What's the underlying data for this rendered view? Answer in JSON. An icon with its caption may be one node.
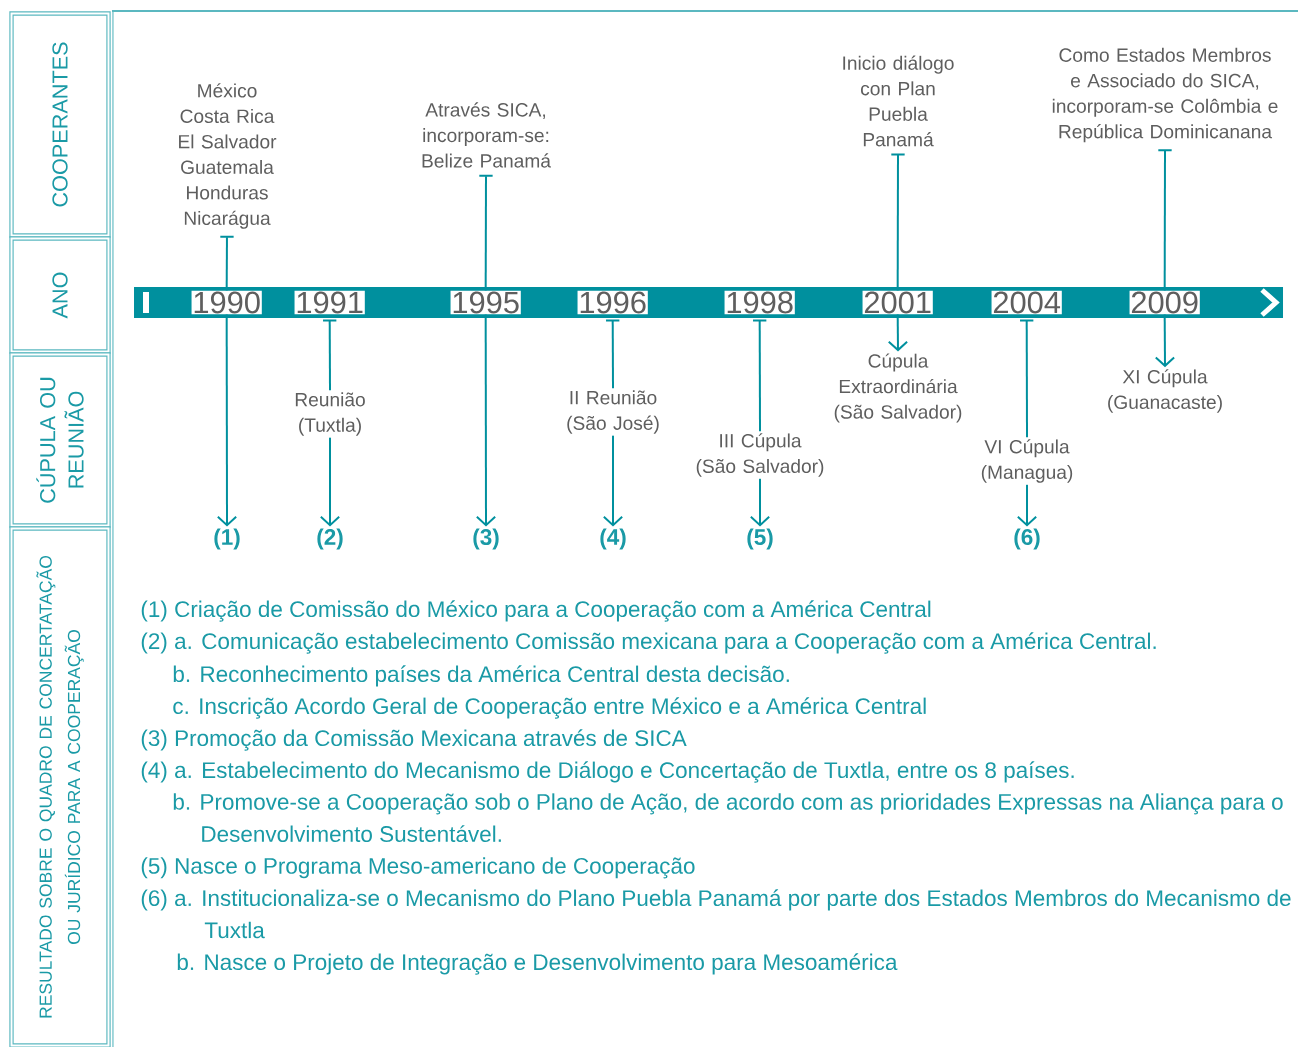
{
  "diagram": {
    "nodes": [
      {
        "text": [
          "COOPERANTES"
        ]
      },
      {
        "text": [
          "ANO"
        ]
      },
      {
        "text": [
          "CÚPULA OU REUNIÃO"
        ]
      },
      {
        "text": [
          "RESULTADO SOBRE O QUADRO DE CONCERTATAÇÃO OU JURÍDICO PARA A COOPERAÇÃO"
        ]
      },
      {
        "text": [
          "México Costa Rica El Salvador Guatemala Honduras Nicarágua"
        ]
      },
      {
        "text": [
          "Através SICA, incorporam-se: Belize Panamá"
        ]
      },
      {
        "text": [
          "Inicio diálogo con Plan Puebla Panamá"
        ]
      },
      {
        "text": [
          "Como Estados Membros e Associado do SICA, incorporam-se Colômbia e República Dominicanana"
        ]
      },
      {
        "text": [],
        "shape": "bar"
      },
      {
        "text": [
          "1990"
        ],
        "in": 8
      },
      {
        "text": [
          "1991"
        ],
        "in": 8
      },
      {
        "text": [
          "1995"
        ],
        "in": 8
      },
      {
        "text": [
          "1996"
        ],
        "in": 8
      },
      {
        "text": [
          "1998"
        ],
        "in": 8
      },
      {
        "text": [
          "2001"
        ],
        "in": 8
      },
      {
        "text": [
          "2004"
        ],
        "in": 8
      },
      {
        "text": [
          "2009"
        ],
        "in": 8
      },
      {
        "text": [
          "Reunião (Tuxtla)"
        ]
      },
      {
        "text": [
          "II Reunião (São José)"
        ]
      },
      {
        "text": [
          "III Cúpula (São Salvador)"
        ]
      },
      {
        "text": [
          "Cúpula Extraordinária (São Salvador)"
        ]
      },
      {
        "text": [
          "VI Cúpula (Managua)"
        ]
      },
      {
        "text": [
          "XI Cúpula (Guanacaste)"
        ]
      },
      {
        "text": [
          "(1)"
        ]
      },
      {
        "text": [
          "(2)"
        ]
      },
      {
        "text": [
          "(3)"
        ]
      },
      {
        "text": [
          "(4)"
        ]
      },
      {
        "text": [
          "(5)"
        ]
      },
      {
        "text": [
          "(6)"
        ]
      }
    ],
    "edges": [
      {
        "from": 4,
        "to": 9,
        "arrow": "none"
      },
      {
        "from": 9,
        "to": 23,
        "arrow": "to"
      },
      {
        "from": 10,
        "to": 17,
        "arrow": "none"
      },
      {
        "from": 17,
        "to": 24,
        "arrow": "to"
      },
      {
        "from": 5,
        "to": 11,
        "arrow": "none"
      },
      {
        "from": 11,
        "to": 25,
        "arrow": "to"
      },
      {
        "from": 12,
        "to": 18,
        "arrow": "none"
      },
      {
        "from": 18,
        "to": 26,
        "arrow": "to"
      },
      {
        "from": 13,
        "to": 19,
        "arrow": "none"
      },
      {
        "from": 19,
        "to": 27,
        "arrow": "to"
      },
      {
        "from": 6,
        "to": 14,
        "arrow": "none"
      },
      {
        "from": 14,
        "to": 20,
        "arrow": "to"
      },
      {
        "from": 15,
        "to": 21,
        "arrow": "none"
      },
      {
        "from": 21,
        "to": 28,
        "arrow": "to"
      },
      {
        "from": 7,
        "to": 16,
        "arrow": "none"
      },
      {
        "from": 16,
        "to": 22,
        "arrow": "to"
      }
    ],
    "labels": [
      "(1) Criação de Comissão do México para a Cooperação com a América Central",
      "(2) a. Comunicação estabelecimento Comissão mexicana para a Cooperação com a América Central.",
      "b. Reconhecimento países da América Central desta decisão.",
      "c. Inscrição Acordo Geral de Cooperação entre México e a América Central",
      "(3) Promoção da Comissão Mexicana através de SICA",
      "(4) a. Estabelecimento do Mecanismo de Diálogo e Concertação de Tuxtla, entre os 8 países.",
      "b. Promove-se a Cooperação sob o Plano de Ação, de acordo com as prioridades Expressas na Aliança para o Desenvolvimento Sustentável.",
      "(5) Nasce o Programa Meso-americano de Cooperação",
      "(6) a. Institucionaliza-se o Mecanismo do Plano Puebla Panamá por parte dos Estados Membros do Mecanismo de Tuxtla",
      "b. Nasce o Projeto de Integração e Desenvolvimento para Mesoamérica"
    ]
  }
}
